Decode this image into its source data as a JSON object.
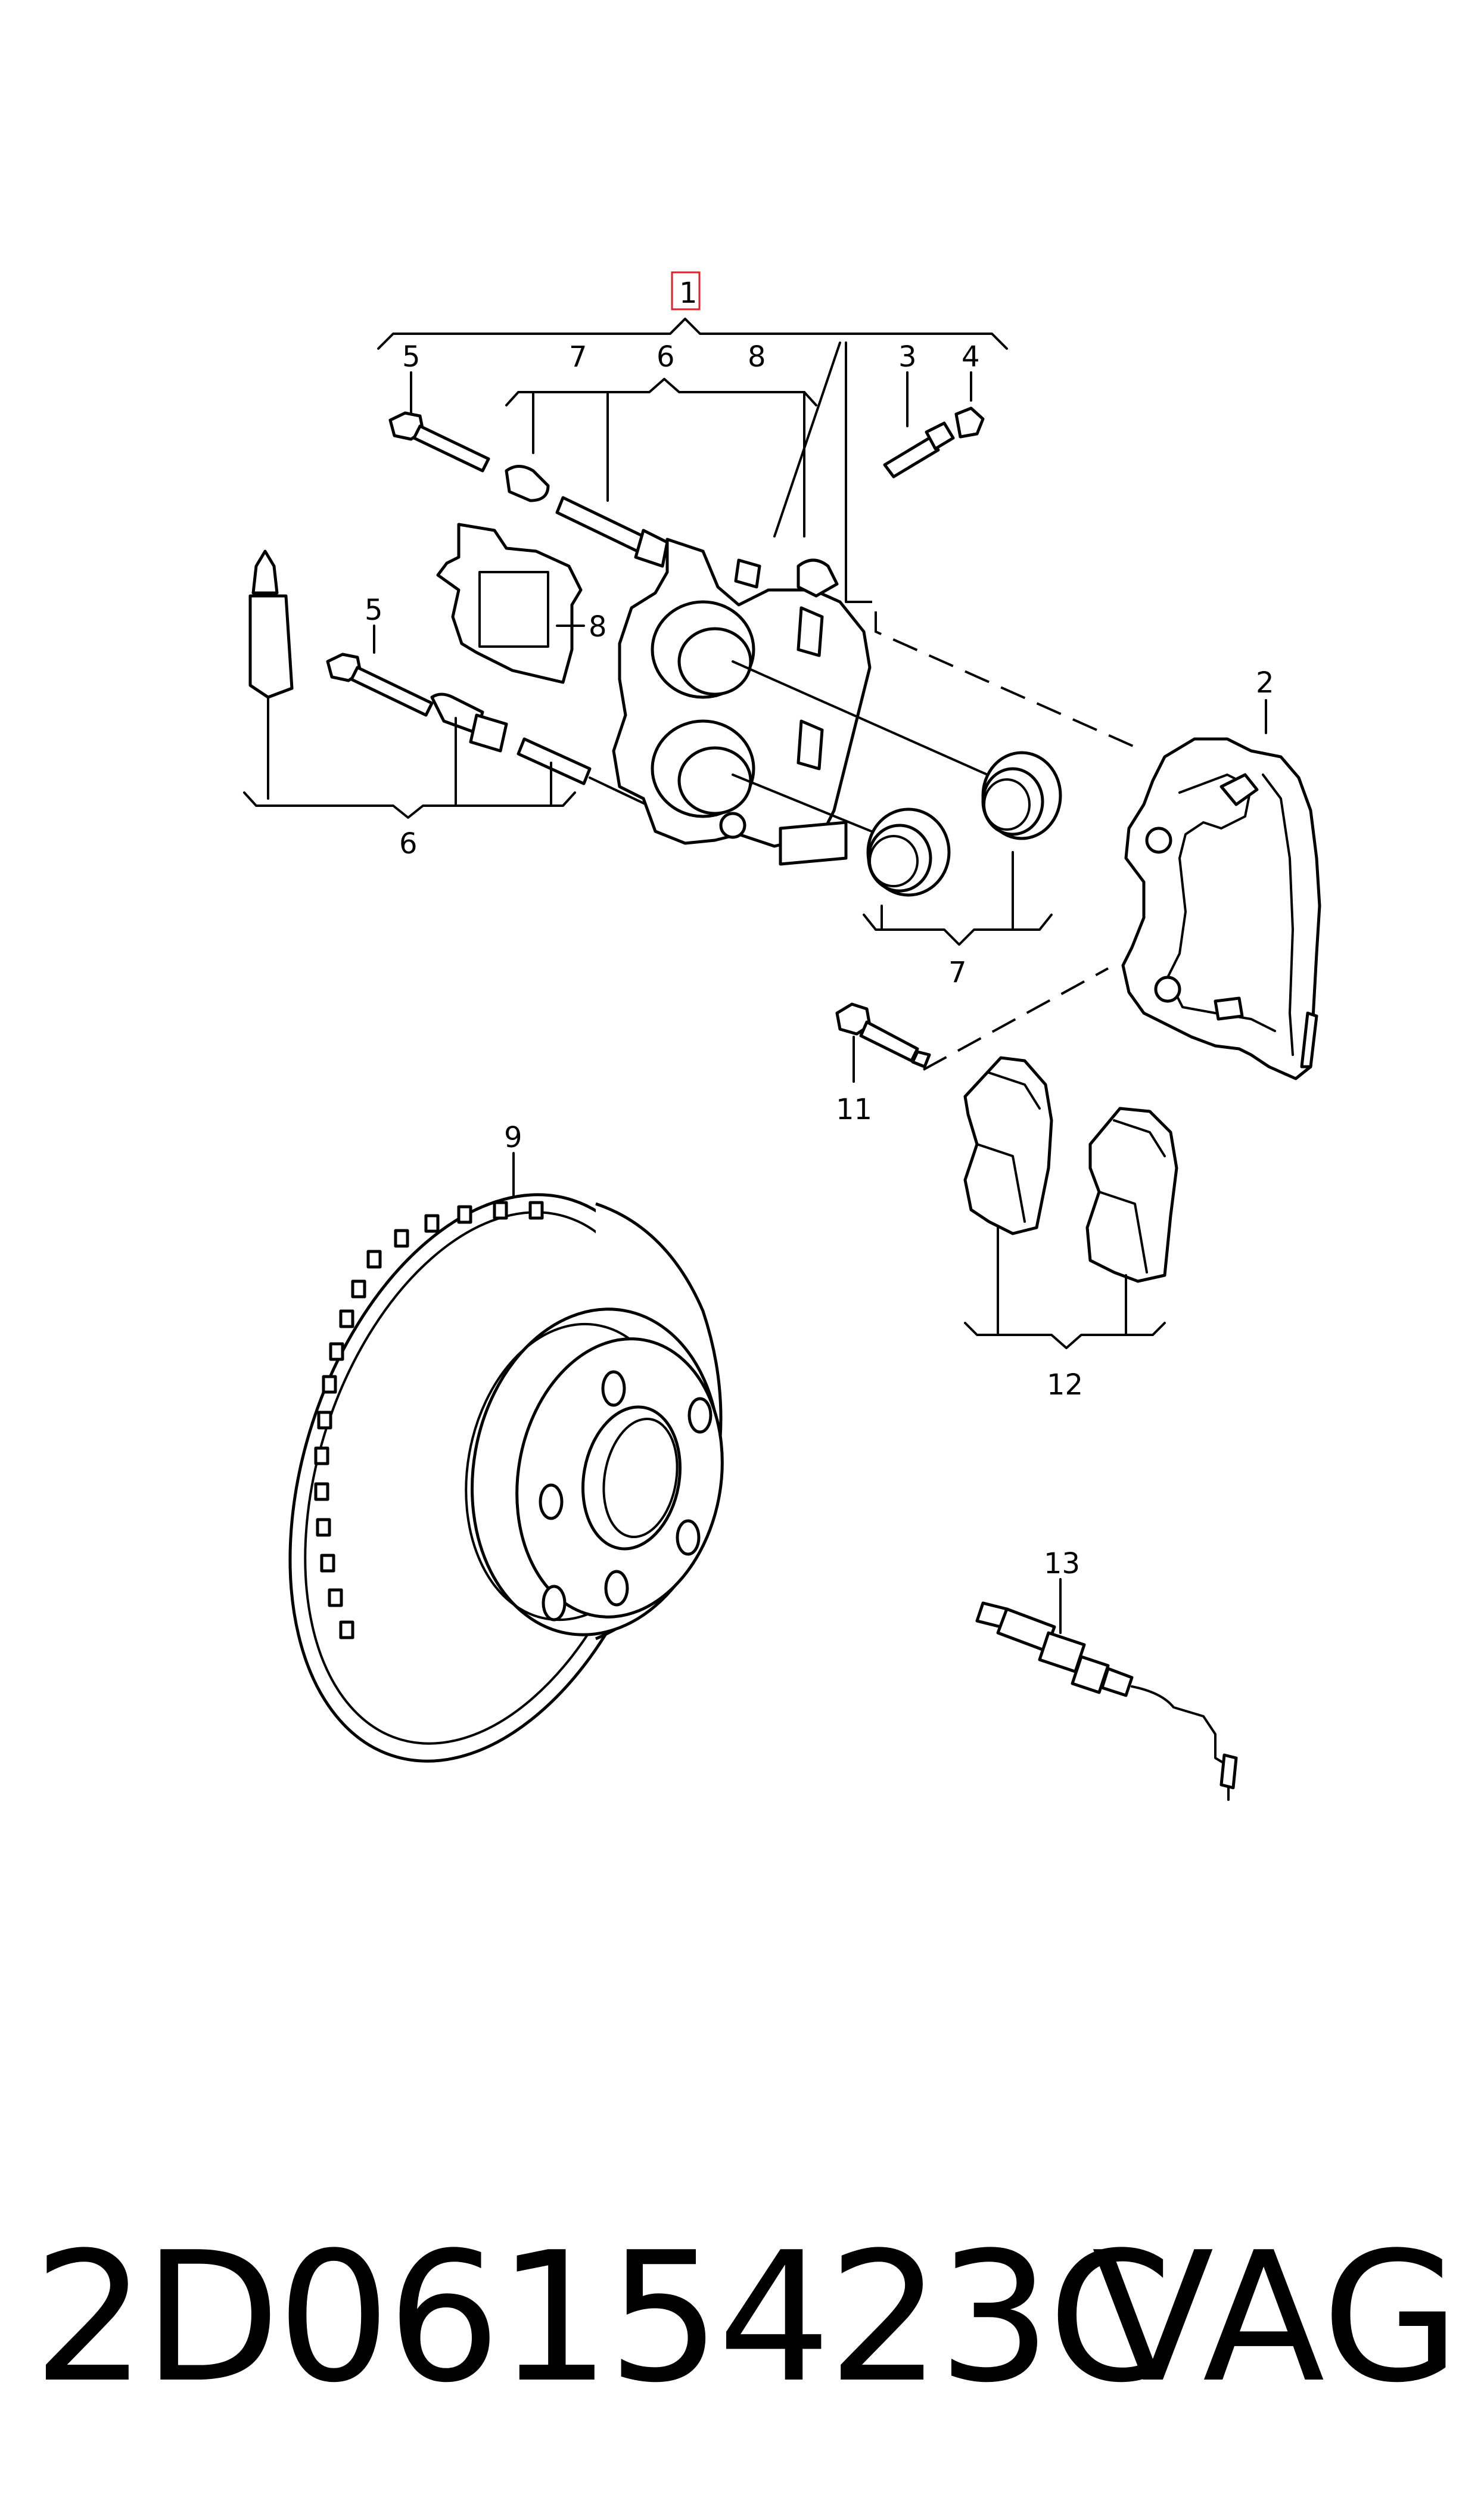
{
  "diagram": {
    "callouts": {
      "c1": "1",
      "c2": "2",
      "c3": "3",
      "c4": "4",
      "c5a": "5",
      "c5b": "5",
      "c6a": "6",
      "c6b": "6",
      "c7a": "7",
      "c7b": "7",
      "c8a": "8",
      "c8b": "8",
      "c9": "9",
      "c11": "11",
      "c12": "12",
      "c13": "13"
    },
    "highlight_color": "#e0202a"
  },
  "footer": {
    "part_number": "2D0615423C",
    "brand": "VAG"
  }
}
